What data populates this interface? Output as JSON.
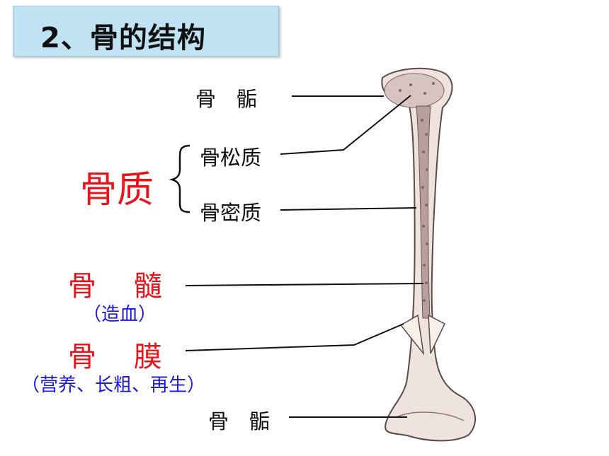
{
  "title": "2、骨的结构",
  "labels": {
    "epiphysis_top": "骨　骺",
    "spongy_bone": "骨松质",
    "bone_substance": "骨质",
    "compact_bone": "骨密质",
    "marrow": "骨　 髓",
    "marrow_note": "（造血）",
    "periosteum": "骨　 膜",
    "periosteum_note": "（营养、长粗、再生）",
    "epiphysis_bottom": "骨　骺"
  },
  "colors": {
    "title_bg": "#bfe3f2",
    "accent_red": "#e8141c",
    "note_blue": "#1a1ad6",
    "bone_fill": "#efe3df",
    "bone_outline": "#5a4a48"
  }
}
